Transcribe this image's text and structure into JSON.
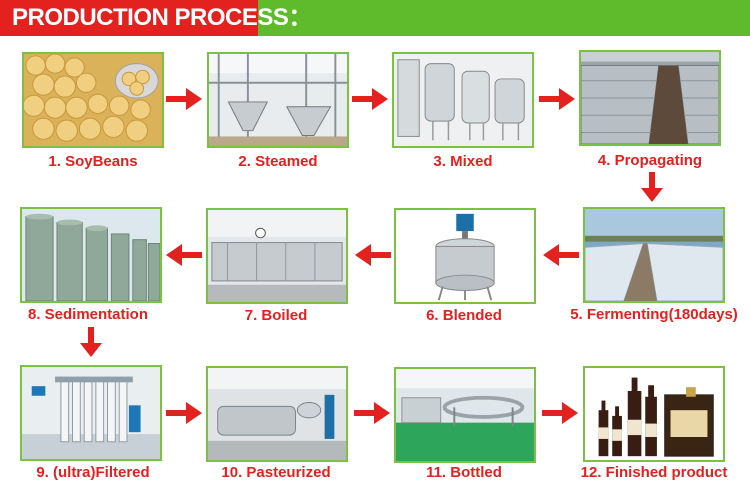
{
  "header": {
    "title": "PRODUCTION PROCESS：",
    "left_color": "#e3211f",
    "right_color": "#5fba2c"
  },
  "steps": [
    {
      "label": "1. SoyBeans",
      "icon": "soybeans-photo"
    },
    {
      "label": "2. Steamed",
      "icon": "steaming-equipment-photo"
    },
    {
      "label": "3. Mixed",
      "icon": "mixing-tanks-photo"
    },
    {
      "label": "4. Propagating",
      "icon": "propagation-room-photo"
    },
    {
      "label": "5. Fermenting(180days)",
      "icon": "fermentation-field-photo"
    },
    {
      "label": "6. Blended",
      "icon": "blending-tank-photo"
    },
    {
      "label": "7. Boiled",
      "icon": "boiling-line-photo"
    },
    {
      "label": "8. Sedimentation",
      "icon": "sedimentation-tanks-photo"
    },
    {
      "label": "9. (ultra)Filtered",
      "icon": "ultrafiltration-unit-photo"
    },
    {
      "label": "10. Pasteurized",
      "icon": "pasteurizer-photo"
    },
    {
      "label": "11. Bottled",
      "icon": "bottling-line-photo"
    },
    {
      "label": "12. Finished product",
      "icon": "soy-sauce-bottles-photo"
    }
  ],
  "colors": {
    "arrow": "#e3211f",
    "frame": "#7cc242",
    "label": "#e3211f"
  }
}
